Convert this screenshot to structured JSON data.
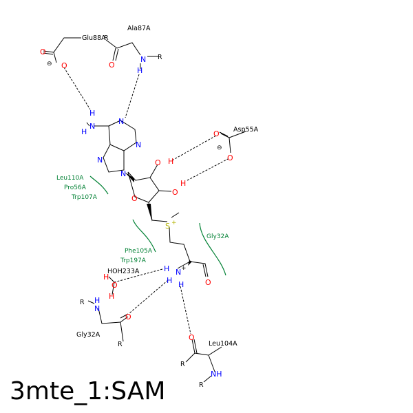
{
  "caption": "3mte_1:SAM",
  "residues": {
    "glu88": "Glu88A",
    "ala87": "Ala87A",
    "asp55": "Asp55A",
    "leu110": "Leu110A",
    "pro56": "Pro56A",
    "trp107": "Trp107A",
    "phe105": "Phe105A",
    "trp197": "Trp197A",
    "gly32_hydrophobic": "Gly32A",
    "hoh233": "HOH233A",
    "gly32_lower": "Gly32A",
    "leu104": "Leu104A"
  },
  "atoms": {
    "oxygen": "O",
    "nitrogen": "N",
    "hydrogen": "H",
    "sulfur": "S",
    "amine": "NH",
    "r_group": "R"
  },
  "charges": {
    "negative": "⊖",
    "positive": "+"
  },
  "colors": {
    "bond": "#000000",
    "oxygen": "#ff0000",
    "nitrogen": "#0000ff",
    "sulfur": "#b3b300",
    "hydrophobic": "#008033"
  }
}
